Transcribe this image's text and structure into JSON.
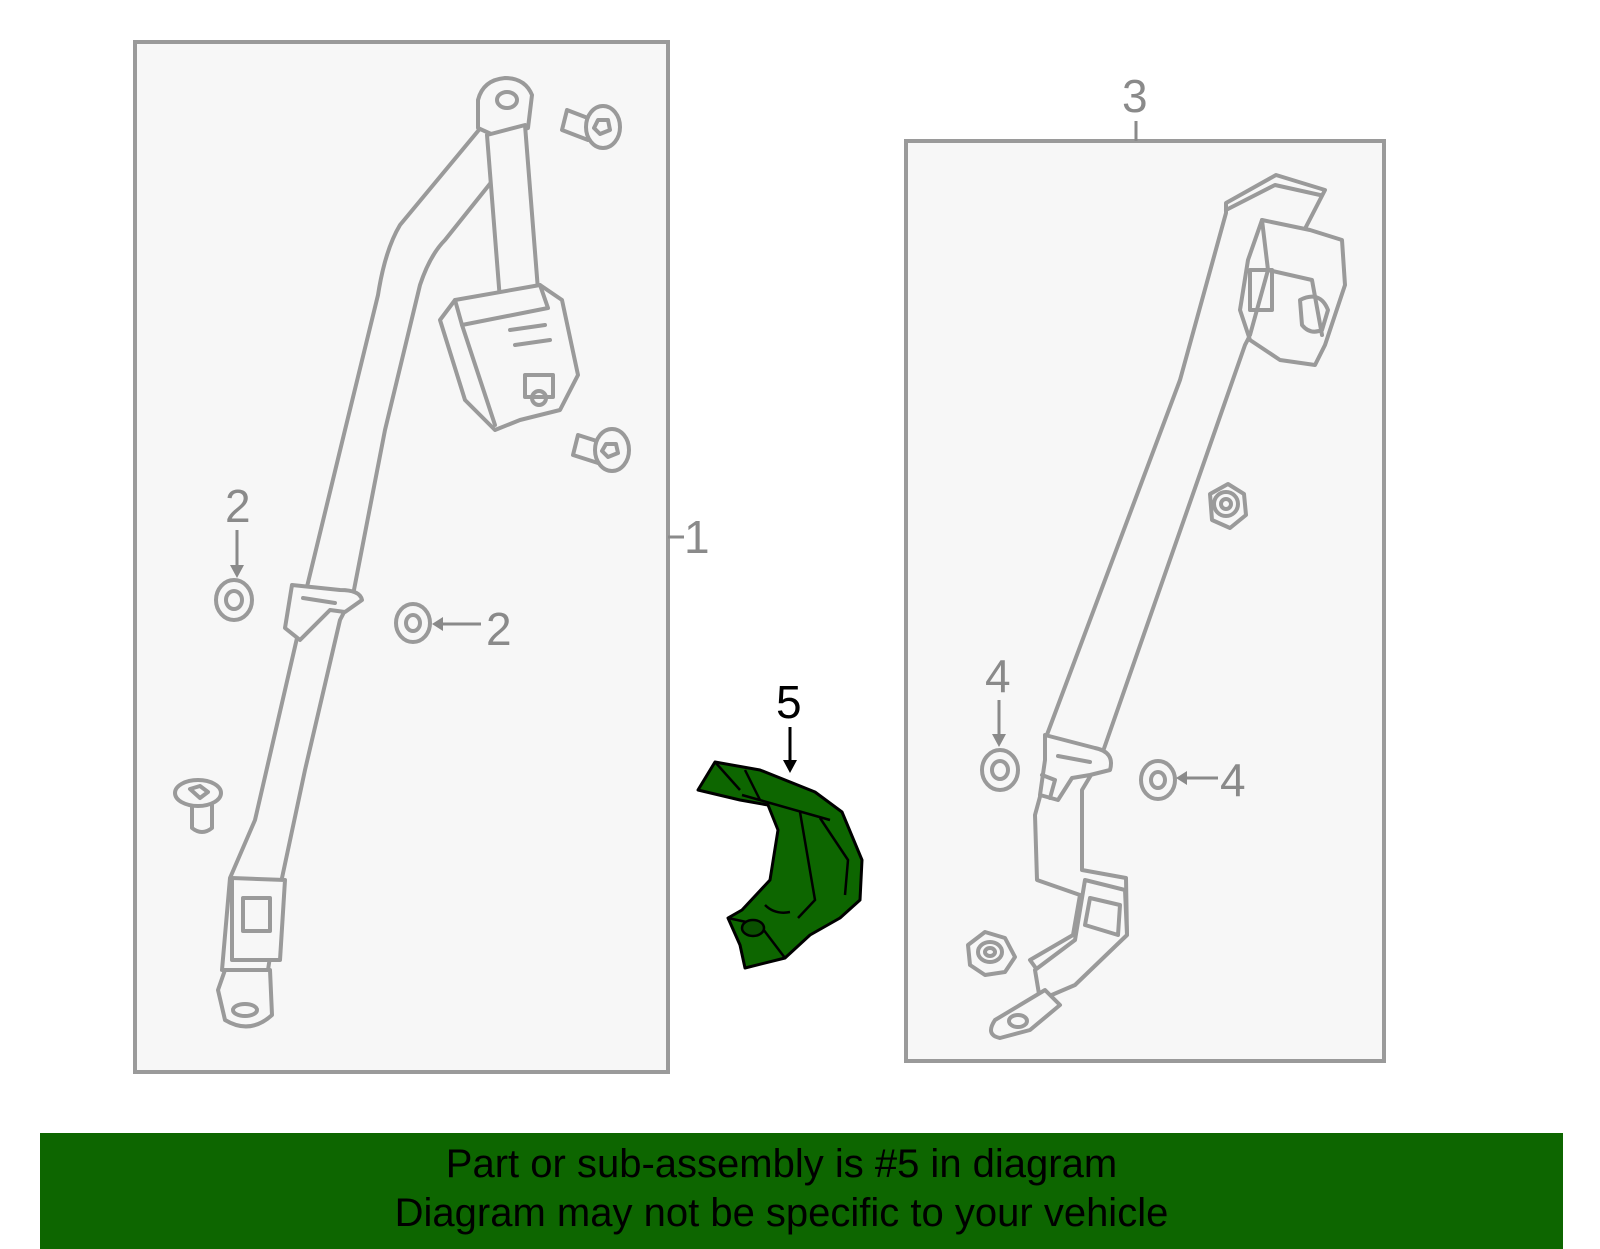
{
  "callouts": {
    "label_1": "1",
    "label_2a": "2",
    "label_2b": "2",
    "label_3": "3",
    "label_4a": "4",
    "label_4b": "4",
    "label_5": "5"
  },
  "banner": {
    "line1": "Part or sub-assembly is #5 in diagram",
    "line2": "Diagram may not be specific to your vehicle"
  },
  "colors": {
    "highlight": "#0d6600",
    "outline": "#9a9a9a",
    "panel": "#f7f7f7"
  }
}
